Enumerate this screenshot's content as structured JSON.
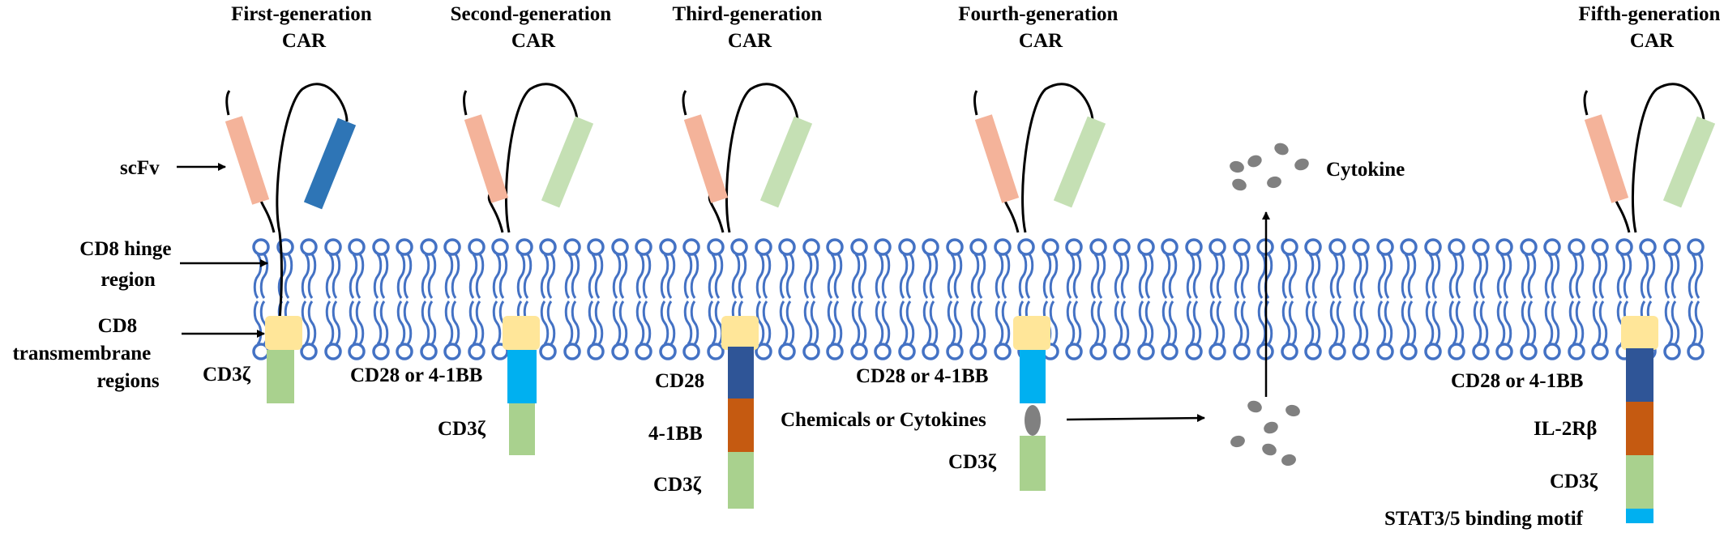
{
  "titles": {
    "gen1": [
      "First-generation",
      "CAR"
    ],
    "gen2": [
      "Second-generation",
      "CAR"
    ],
    "gen3": [
      "Third-generation",
      "CAR"
    ],
    "gen4": [
      "Fourth-generation",
      "CAR"
    ],
    "gen5": [
      "Fifth-generation",
      "CAR"
    ]
  },
  "left_labels": {
    "scfv": "scFv",
    "hinge": [
      "CD8 hinge",
      "region"
    ],
    "tm": [
      "CD8",
      "transmembrane",
      "regions"
    ]
  },
  "domains": {
    "gen1_cd3z": "CD3ζ",
    "gen2_costim": "CD28 or 4-1BB",
    "gen2_cd3z": "CD3ζ",
    "gen3_cd28": "CD28",
    "gen3_41bb": "4-1BB",
    "gen3_cd3z": "CD3ζ",
    "gen4_costim": "CD28 or 4-1BB",
    "gen4_chem": "Chemicals or Cytokines",
    "gen4_cd3z": "CD3ζ",
    "gen5_costim": "CD28 or 4-1BB",
    "gen5_il2rb": "IL-2Rβ",
    "gen5_cd3z": "CD3ζ",
    "gen5_stat": "STAT3/5 binding motif"
  },
  "cytokine_label": "Cytokine",
  "colors": {
    "membrane": "#4472c4",
    "vl_light": "#f4b39a",
    "vh_blue": "#2e75b6",
    "vh_green": "#c5e0b4",
    "tm_yellow": "#ffe699",
    "cd3z_green": "#a9d18e",
    "cyan": "#00b0f0",
    "navy": "#2f5597",
    "orange": "#c55a11",
    "cytokine_gray": "#808080"
  }
}
